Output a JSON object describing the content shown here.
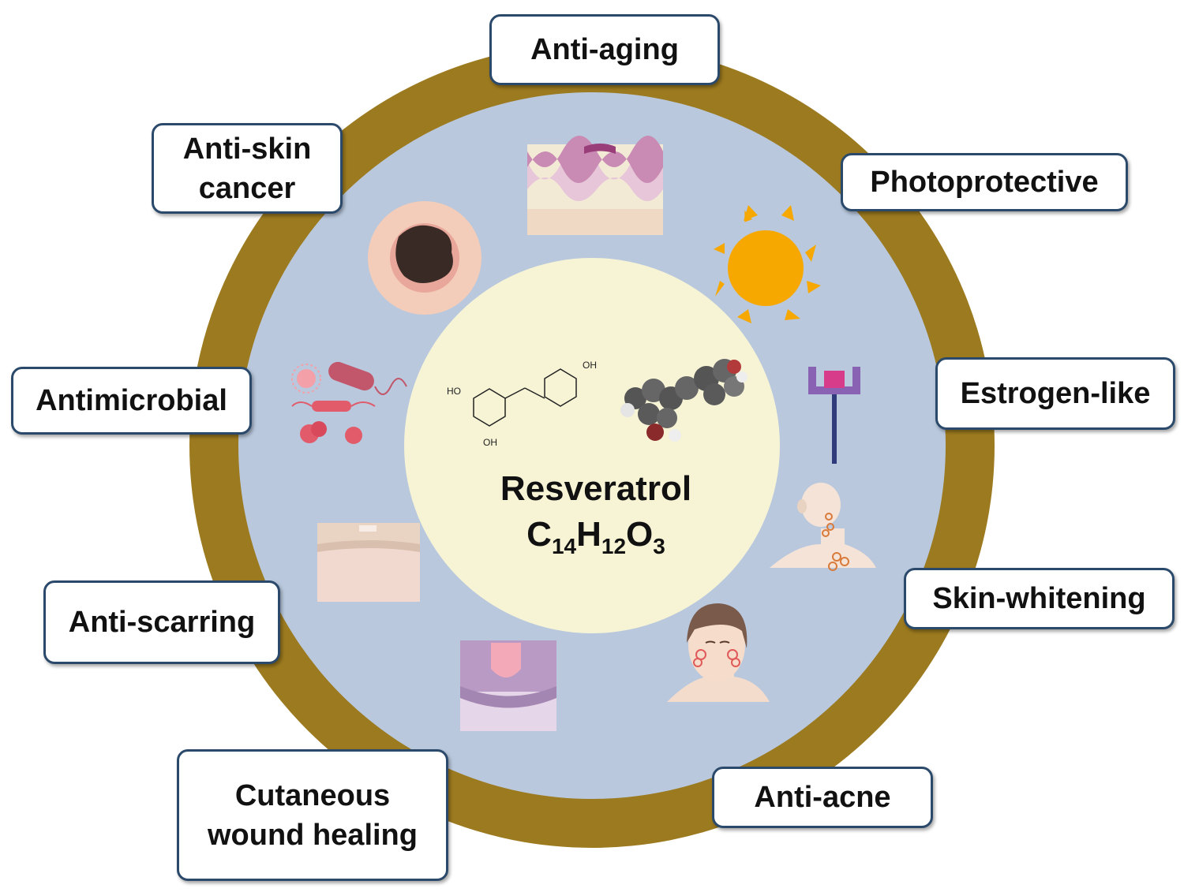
{
  "center": {
    "name": "Resveratrol",
    "formula": {
      "c": "C",
      "c_n": "14",
      "h": "H",
      "h_n": "12",
      "o": "O",
      "o_n": "3"
    },
    "structure_labels": {
      "ho_top": "HO",
      "oh_right": "OH",
      "oh_bottom": "OH"
    }
  },
  "labels": {
    "anti_aging": "Anti-aging",
    "photoprotective": "Photoprotective",
    "estrogen_like": "Estrogen-like",
    "skin_whitening": "Skin-whitening",
    "anti_acne": "Anti-acne",
    "wound_healing": "Cutaneous\nwound healing",
    "anti_scarring": "Anti-scarring",
    "antimicrobial": "Antimicrobial",
    "anti_skin_cancer": "Anti-skin\ncancer"
  },
  "colors": {
    "outer_ring": "#9c7a1f",
    "middle_disc": "#b9c8dd",
    "inner_disc": "#f7f4d6",
    "sun": "#f7a800",
    "box_border": "#2b4a6b",
    "receptor": "#8a62b4",
    "receptor_accent": "#d63c8a",
    "microbe": "#e15b6b",
    "tumor": "#3a2a25"
  },
  "icons": {
    "aging": "skin-layers-icon",
    "sun": "sun-icon",
    "receptor": "receptor-icon",
    "pigment": "pigmented-neck-icon",
    "acne": "acne-face-icon",
    "wound": "wound-skin-icon",
    "scar": "scar-skin-icon",
    "microbes": "microbes-icon",
    "cancer": "melanoma-icon",
    "molecule_3d": "molecule-3d-icon",
    "structure": "chemical-structure-icon"
  }
}
